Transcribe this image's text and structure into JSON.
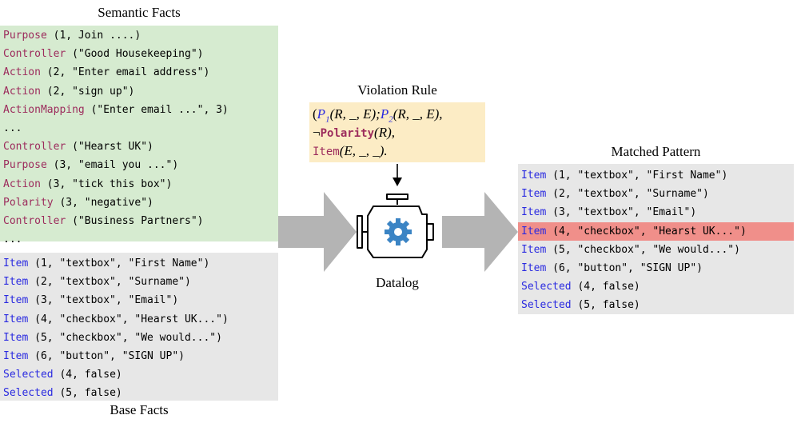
{
  "titles": {
    "semantic_facts": "Semantic Facts",
    "base_facts": "Base Facts",
    "violation_rule": "Violation Rule",
    "matched_pattern": "Matched Pattern",
    "datalog": "Datalog"
  },
  "semantic_facts": [
    {
      "pred": "Purpose",
      "args": " (1, Join ....)"
    },
    {
      "pred": "Controller",
      "args": " (\"Good Housekeeping\")"
    },
    {
      "pred": "Action",
      "args": " (2, \"Enter email address\")"
    },
    {
      "pred": "Action",
      "args": " (2, \"sign up\")"
    },
    {
      "pred": "ActionMapping",
      "args": " (\"Enter email ...\", 3)"
    },
    {
      "pred": "",
      "args": "..."
    },
    {
      "pred": "Controller",
      "args": " (\"Hearst UK\")"
    },
    {
      "pred": "Purpose",
      "args": " (3, \"email you ...\")"
    },
    {
      "pred": "Action",
      "args": " (3, \"tick this box\")"
    },
    {
      "pred": "Polarity",
      "args": " (3, \"negative\")"
    },
    {
      "pred": "Controller",
      "args": " (\"Business Partners\")"
    },
    {
      "pred": "",
      "args": "..."
    }
  ],
  "base_facts": [
    {
      "pred": "Item",
      "args": " (1, \"textbox\", \"First Name\")"
    },
    {
      "pred": "Item",
      "args": " (2, \"textbox\", \"Surname\")"
    },
    {
      "pred": "Item",
      "args": " (3, \"textbox\", \"Email\")"
    },
    {
      "pred": "Item",
      "args": " (4, \"checkbox\", \"Hearst UK...\")"
    },
    {
      "pred": "Item",
      "args": " (5, \"checkbox\", \"We would...\")"
    },
    {
      "pred": "Item",
      "args": " (6, \"button\", \"SIGN UP\")"
    },
    {
      "pred": "Selected",
      "args": " (4, false)"
    },
    {
      "pred": "Selected",
      "args": " (5, false)"
    }
  ],
  "matched_pattern": [
    {
      "pred": "Item",
      "args": " (1, \"textbox\", \"First Name\")"
    },
    {
      "pred": "Item",
      "args": " (2, \"textbox\", \"Surname\")"
    },
    {
      "pred": "Item",
      "args": " (3, \"textbox\", \"Email\")"
    },
    {
      "pred": "Item",
      "args": " (4, \"checkbox\", \"Hearst UK...\")",
      "highlight": true
    },
    {
      "pred": "Item",
      "args": " (5, \"checkbox\", \"We would...\")"
    },
    {
      "pred": "Item",
      "args": " (6, \"button\", \"SIGN UP\")"
    },
    {
      "pred": "Selected",
      "args": " (4, false)"
    },
    {
      "pred": "Selected",
      "args": " (5, false)"
    }
  ],
  "violation_rule": {
    "l1_open": "(",
    "p1": "P",
    "p1_sub": "1",
    "p1_args": "(R, _, E);",
    "p2": "P",
    "p2_sub": "2",
    "p2_args": "(R, _, E),",
    "neg": "¬",
    "polarity": "Polarity",
    "polarity_args": "(R),",
    "item": "Item",
    "item_args": "(E, _, _)."
  },
  "colors": {
    "semantic_bg": "#d6ebd0",
    "base_bg": "#e7e7e7",
    "rule_bg": "#fcecc5",
    "highlight": "#f08f8a",
    "semantic_pred": "#9c2b5c",
    "base_pred": "#2a2ae0",
    "arrow": "#b4b4b4",
    "engine_gear": "#3b84c4"
  },
  "icons": [
    "datalog-engine-icon",
    "gear-icon"
  ]
}
